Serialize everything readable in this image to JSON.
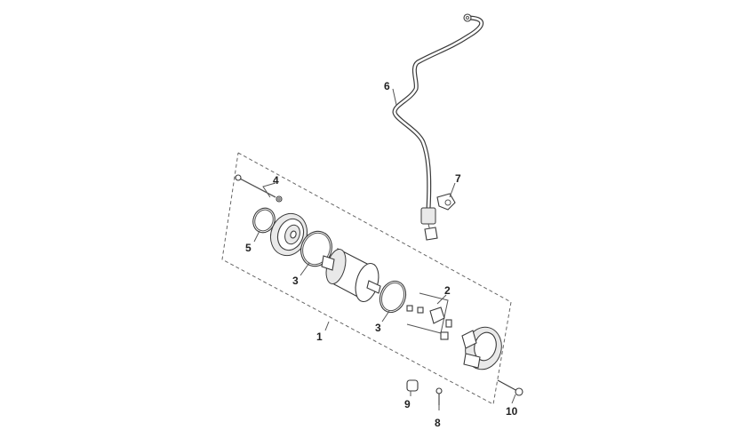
{
  "diagram": {
    "callouts": {
      "c1": "1",
      "c2": "2",
      "c3a": "3",
      "c3b": "3",
      "c4": "4",
      "c5": "5",
      "c6": "6",
      "c7": "7",
      "c8": "8",
      "c9": "9",
      "c10": "10"
    }
  }
}
